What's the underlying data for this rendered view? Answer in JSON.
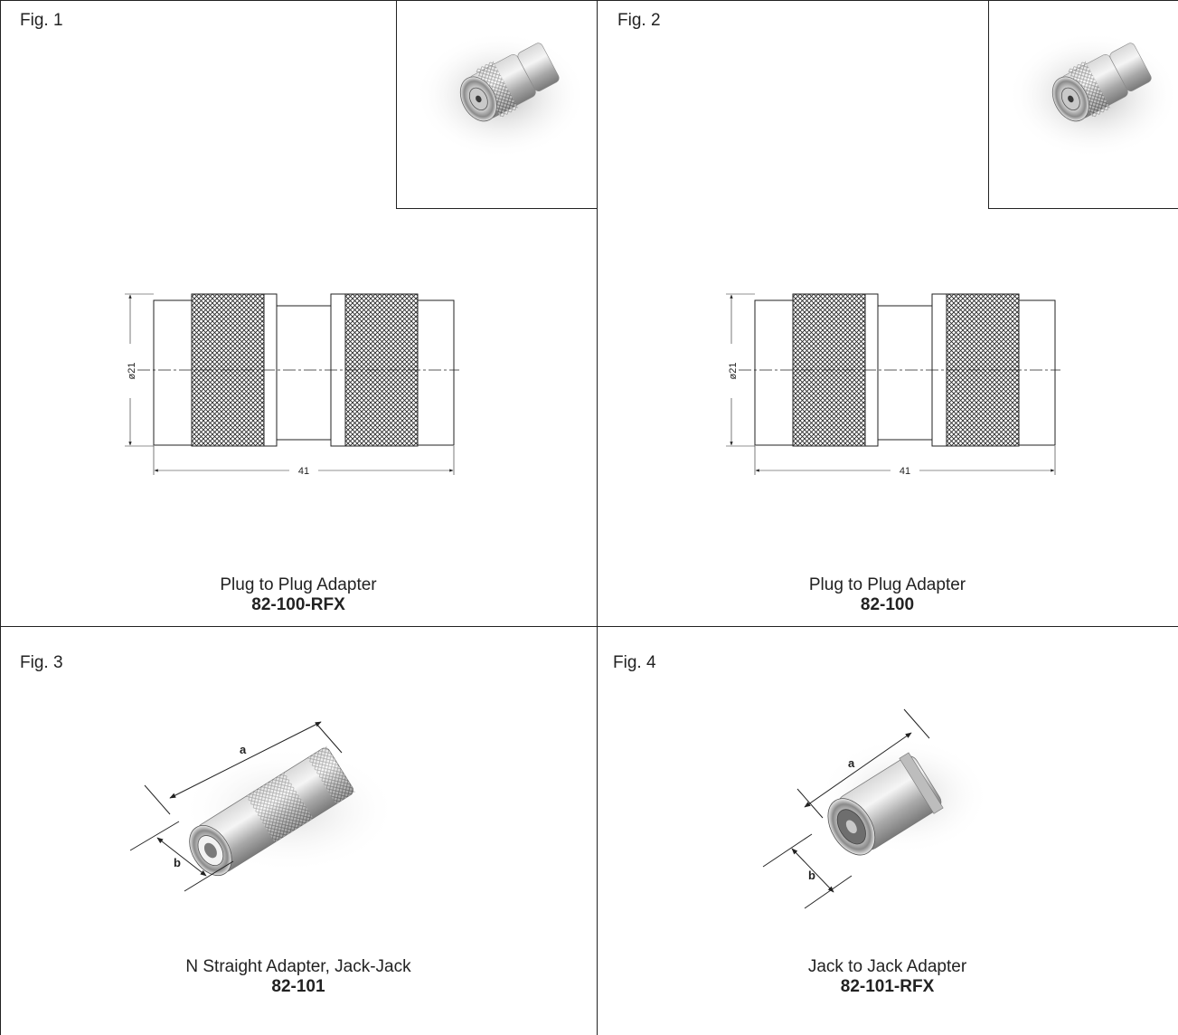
{
  "figures": [
    {
      "label": "Fig. 1",
      "caption": "Plug to Plug Adapter",
      "part_number": "82-100-RFX",
      "dim_diameter": "ø21",
      "dim_length": "41"
    },
    {
      "label": "Fig. 2",
      "caption": "Plug to Plug Adapter",
      "part_number": "82-100",
      "dim_diameter": "ø21",
      "dim_length": "41"
    },
    {
      "label": "Fig. 3",
      "caption": "N Straight Adapter, Jack-Jack",
      "part_number": "82-101",
      "dim_a": "a",
      "dim_b": "b"
    },
    {
      "label": "Fig. 4",
      "caption": "Jack to Jack Adapter",
      "part_number": "82-101-RFX",
      "dim_a": "a",
      "dim_b": "b"
    }
  ],
  "colors": {
    "line": "#222222",
    "metal_light": "#e6e6e6",
    "metal_mid": "#b5b5b5",
    "metal_dark": "#6f6f6f"
  }
}
